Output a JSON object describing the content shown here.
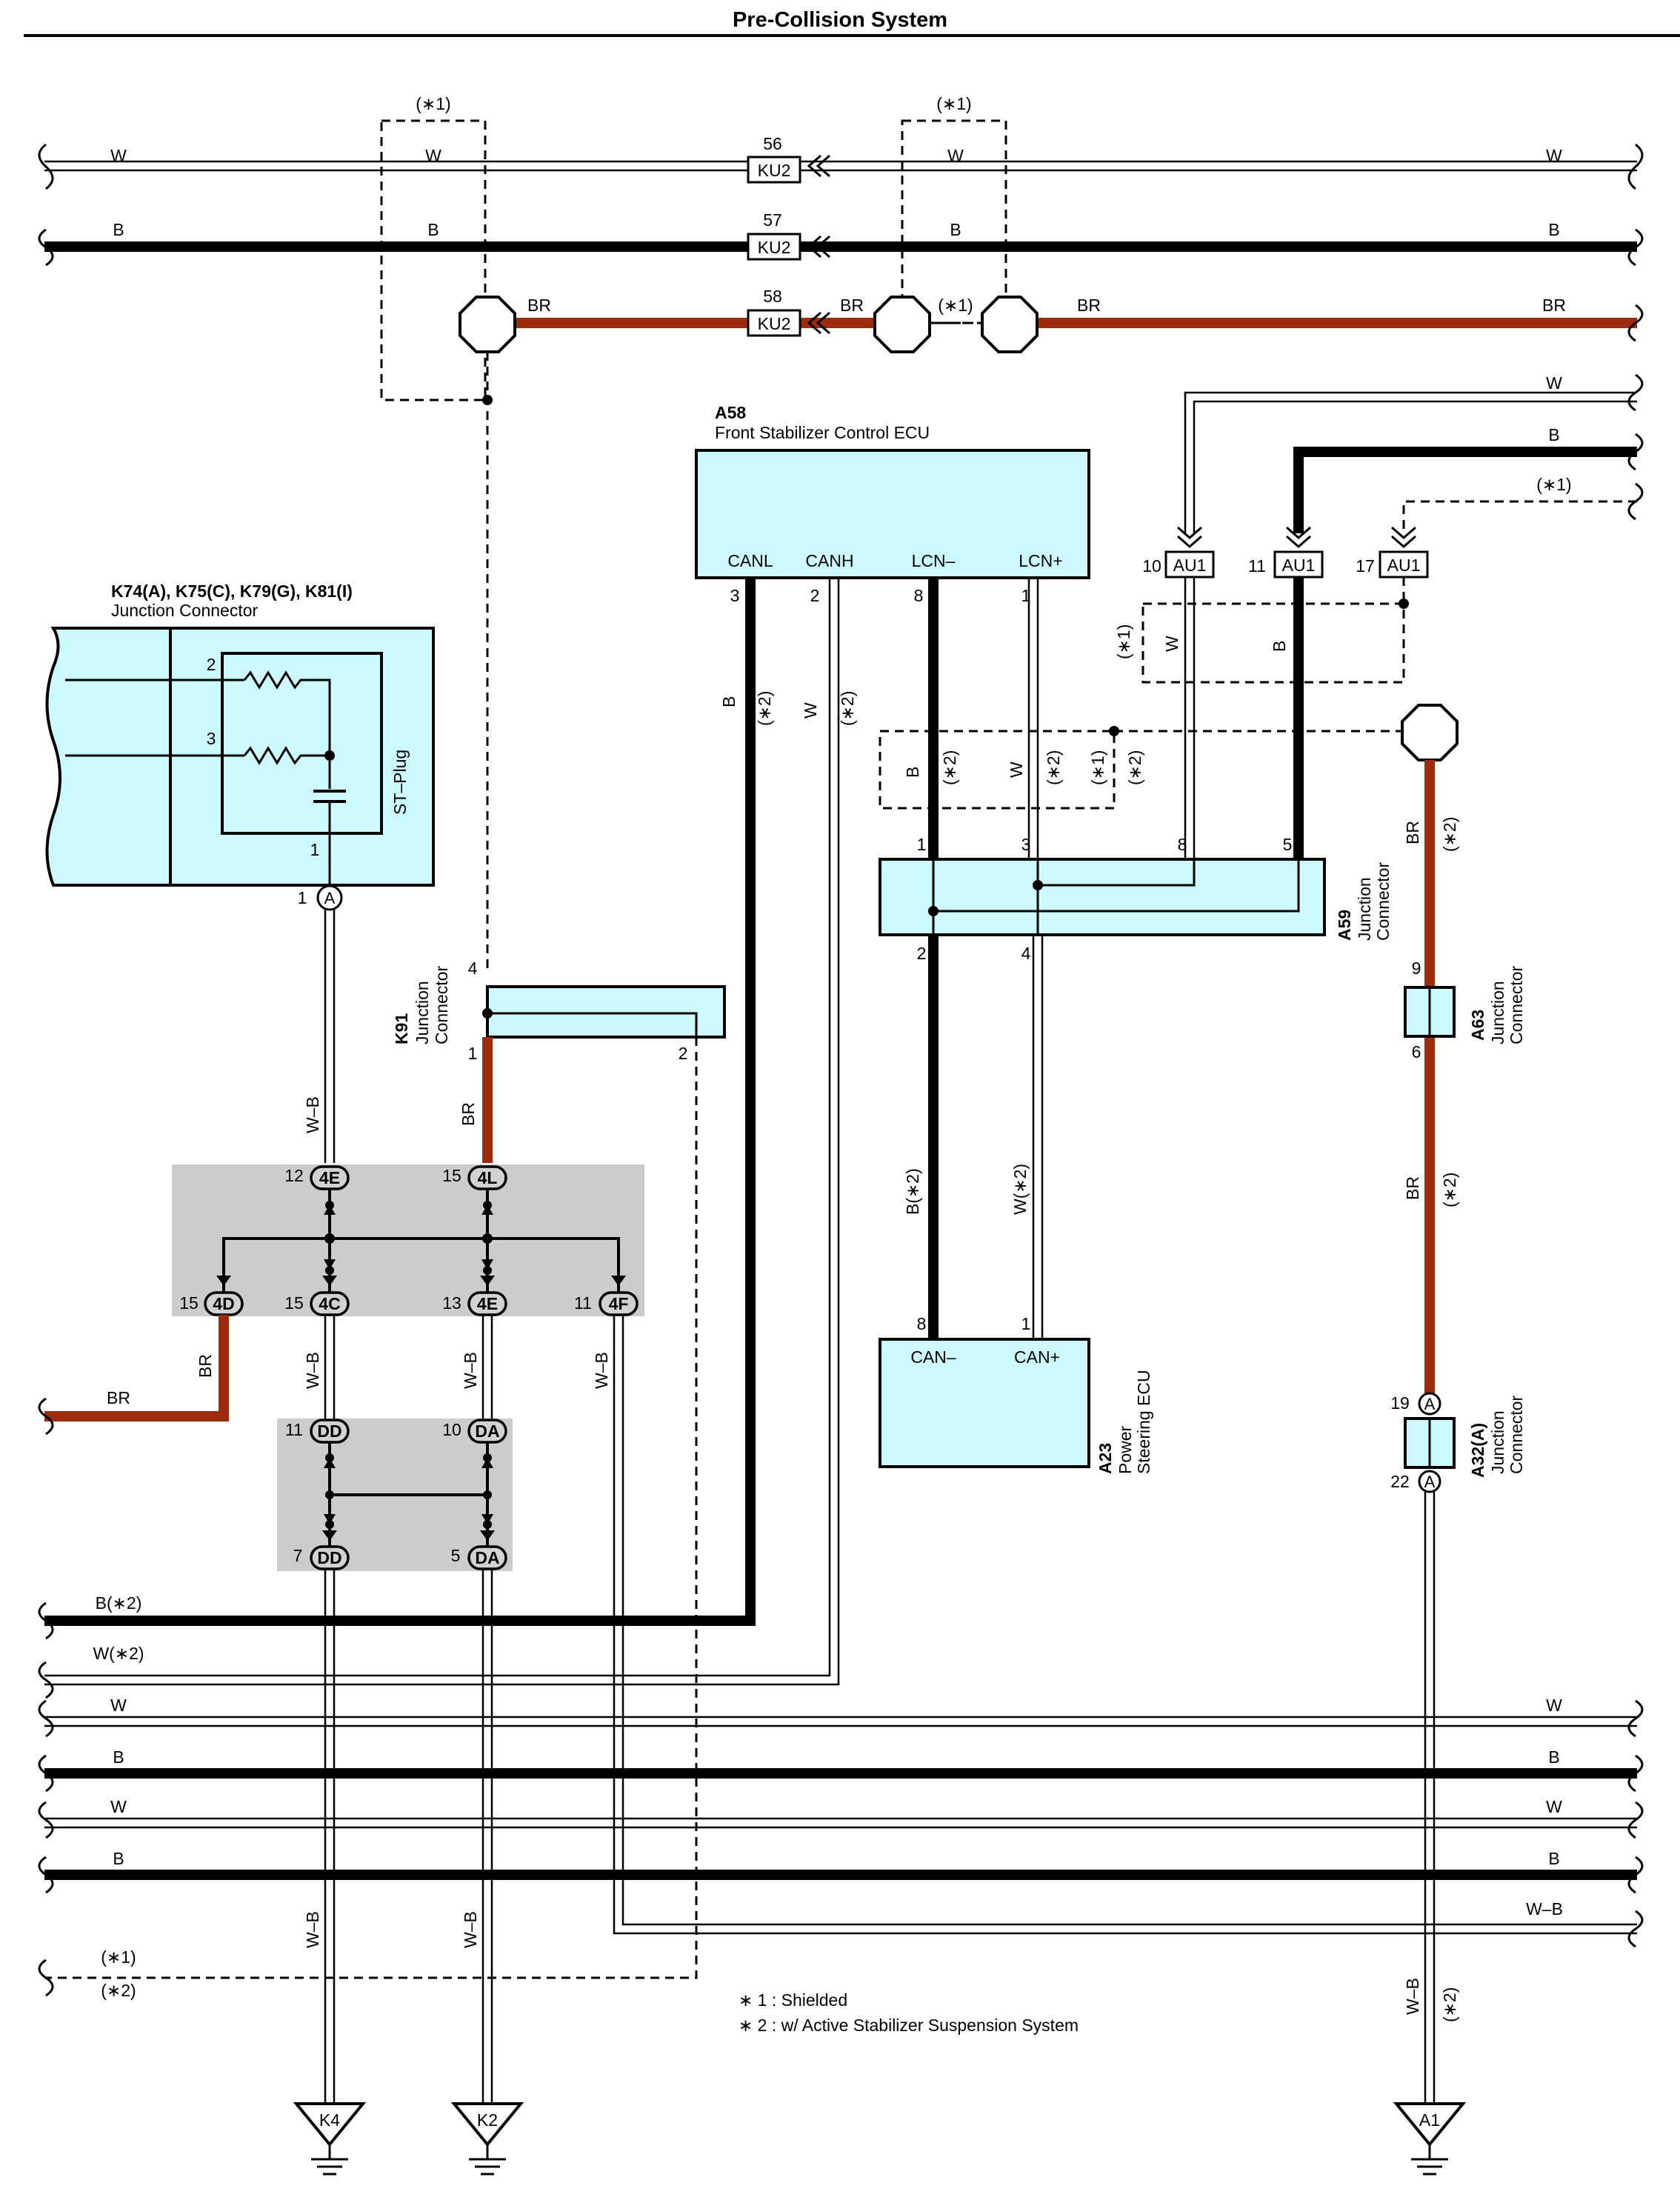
{
  "title": "Pre-Collision System",
  "colors": {
    "br": "#9d2b0d",
    "b": "#000000",
    "ecu_fill": "#ccf9fb",
    "junction_fill": "#cccccc"
  },
  "labels": {
    "shield1a": "(∗1)",
    "shield1b": "(∗1)",
    "shield1c": "(∗1)",
    "w": "W",
    "b": "B",
    "br": "BR",
    "wb": "W–B",
    "b2": "B(∗2)",
    "w2": "W(∗2)",
    "s2": "(∗2)",
    "s1": "(∗1)"
  },
  "ku2": [
    {
      "pin": "56",
      "name": "KU2"
    },
    {
      "pin": "57",
      "name": "KU2"
    },
    {
      "pin": "58",
      "name": "KU2"
    }
  ],
  "a58": {
    "code": "A58",
    "name": "Front Stabilizer Control ECU",
    "terminals": [
      "CANL",
      "CANH",
      "LCN–",
      "LCN+"
    ],
    "pins": [
      "3",
      "2",
      "8",
      "1"
    ]
  },
  "au1": [
    {
      "pin": "10",
      "name": "AU1"
    },
    {
      "pin": "11",
      "name": "AU1"
    },
    {
      "pin": "17",
      "name": "AU1"
    }
  ],
  "k74": {
    "code": "K74(A), K75(C), K79(G), K81(I)",
    "name": "Junction Connector",
    "plug": "ST–Plug",
    "pins": [
      "2",
      "3",
      "1"
    ],
    "out_pin": "1",
    "out_conn": "A"
  },
  "k91": {
    "code": "K91",
    "name1": "Junction",
    "name2": "Connector",
    "pins": [
      "4",
      "1",
      "2"
    ]
  },
  "a59": {
    "code": "A59",
    "name1": "Junction",
    "name2": "Connector",
    "top_pins": [
      "1",
      "3",
      "8",
      "5"
    ],
    "bottom_pins": [
      "2",
      "4"
    ]
  },
  "a63": {
    "code": "A63",
    "name1": "Junction",
    "name2": "Connector",
    "pins": [
      "9",
      "6"
    ]
  },
  "a23": {
    "code": "A23",
    "name1": "Power",
    "name2": "Steering ECU",
    "terminals": [
      "CAN–",
      "CAN+"
    ],
    "pins": [
      "8",
      "1"
    ]
  },
  "a32": {
    "code": "A32(A)",
    "name1": "Junction",
    "name2": "Connector",
    "pins": [
      "19",
      "22"
    ],
    "conn": "A"
  },
  "jc_top": [
    {
      "pin": "12",
      "name": "4E"
    },
    {
      "pin": "15",
      "name": "4L"
    }
  ],
  "jc_mid": [
    {
      "pin": "15",
      "name": "4D"
    },
    {
      "pin": "15",
      "name": "4C"
    },
    {
      "pin": "13",
      "name": "4E"
    },
    {
      "pin": "11",
      "name": "4F"
    }
  ],
  "dd_top": [
    {
      "pin": "11",
      "name": "DD"
    },
    {
      "pin": "10",
      "name": "DA"
    }
  ],
  "dd_bot": [
    {
      "pin": "7",
      "name": "DD"
    },
    {
      "pin": "5",
      "name": "DA"
    }
  ],
  "grounds": [
    "K4",
    "K2",
    "A1"
  ],
  "notes": [
    "∗ 1 : Shielded",
    "∗ 2 : w/ Active Stabilizer Suspension System"
  ]
}
